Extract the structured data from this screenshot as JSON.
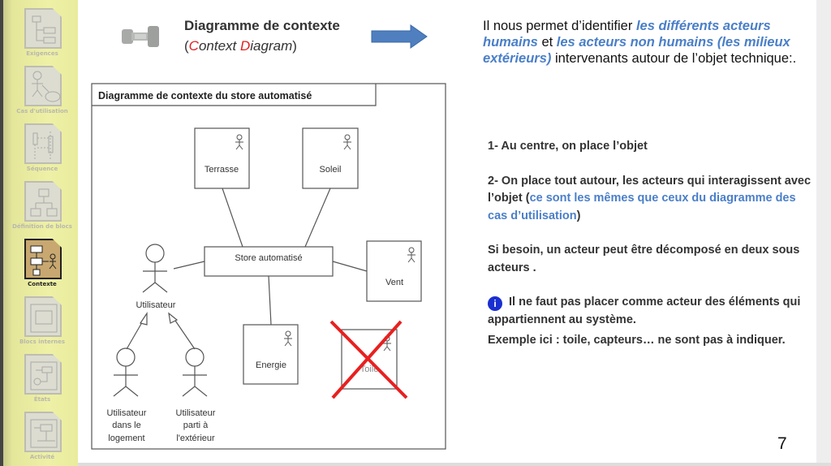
{
  "sidebar": {
    "items": [
      {
        "label": "Exigences",
        "icon": "requirements-icon"
      },
      {
        "label": "Cas d'utilisation",
        "icon": "use-case-icon"
      },
      {
        "label": "Séquence",
        "icon": "sequence-icon"
      },
      {
        "label": "Définition de blocs",
        "icon": "block-definition-icon"
      },
      {
        "label": "Contexte",
        "icon": "context-icon",
        "active": true
      },
      {
        "label": "Blocs internes",
        "icon": "internal-blocks-icon"
      },
      {
        "label": "États",
        "icon": "states-icon"
      },
      {
        "label": "Activité",
        "icon": "activity-icon"
      }
    ]
  },
  "header": {
    "title": "Diagramme de contexte",
    "subtitle_open": "(",
    "subtitle_c": "C",
    "subtitle_ontext": "ontext ",
    "subtitle_d": "D",
    "subtitle_iagram": "iagram",
    "subtitle_close": ")"
  },
  "intro": {
    "t1": "Il nous permet d’identifier ",
    "b1": "les différents acteurs humains",
    "t2": " et ",
    "b2": "les acteurs non humains (les milieux extérieurs)",
    "t3": " intervenants autour de l’objet technique:."
  },
  "steps": {
    "s1": "1- Au centre, on place l’objet",
    "s2a": "2- On place tout autour, les acteurs qui interagissent avec l’objet (",
    "s2b": "ce sont les mêmes que ceux du diagramme des cas d’utilisation",
    "s2c": ")",
    "s3": "Si besoin, un acteur peut être décomposé en deux sous acteurs .",
    "s4": "Il ne faut pas placer comme acteur des éléments qui appartiennent au système.",
    "s5": "Exemple ici : toile, capteurs… ne sont pas à indiquer.",
    "info_glyph": "i"
  },
  "diagram": {
    "frame_title": "Diagramme de contexte du store automatisé",
    "system": "Store automatisé",
    "actors": {
      "terrasse": "Terrasse",
      "soleil": "Soleil",
      "vent": "Vent",
      "energie": "Energie",
      "toile": "Toile"
    },
    "user": "Utilisateur",
    "sub1": [
      "Utilisateur",
      "dans le",
      "logement"
    ],
    "sub2": [
      "Utilisateur",
      "parti à",
      "l'extérieur"
    ]
  },
  "page_number": "7",
  "colors": {
    "accent_blue": "#4a7fc8",
    "red": "#e02020",
    "arrow": "#4f7fbf"
  }
}
